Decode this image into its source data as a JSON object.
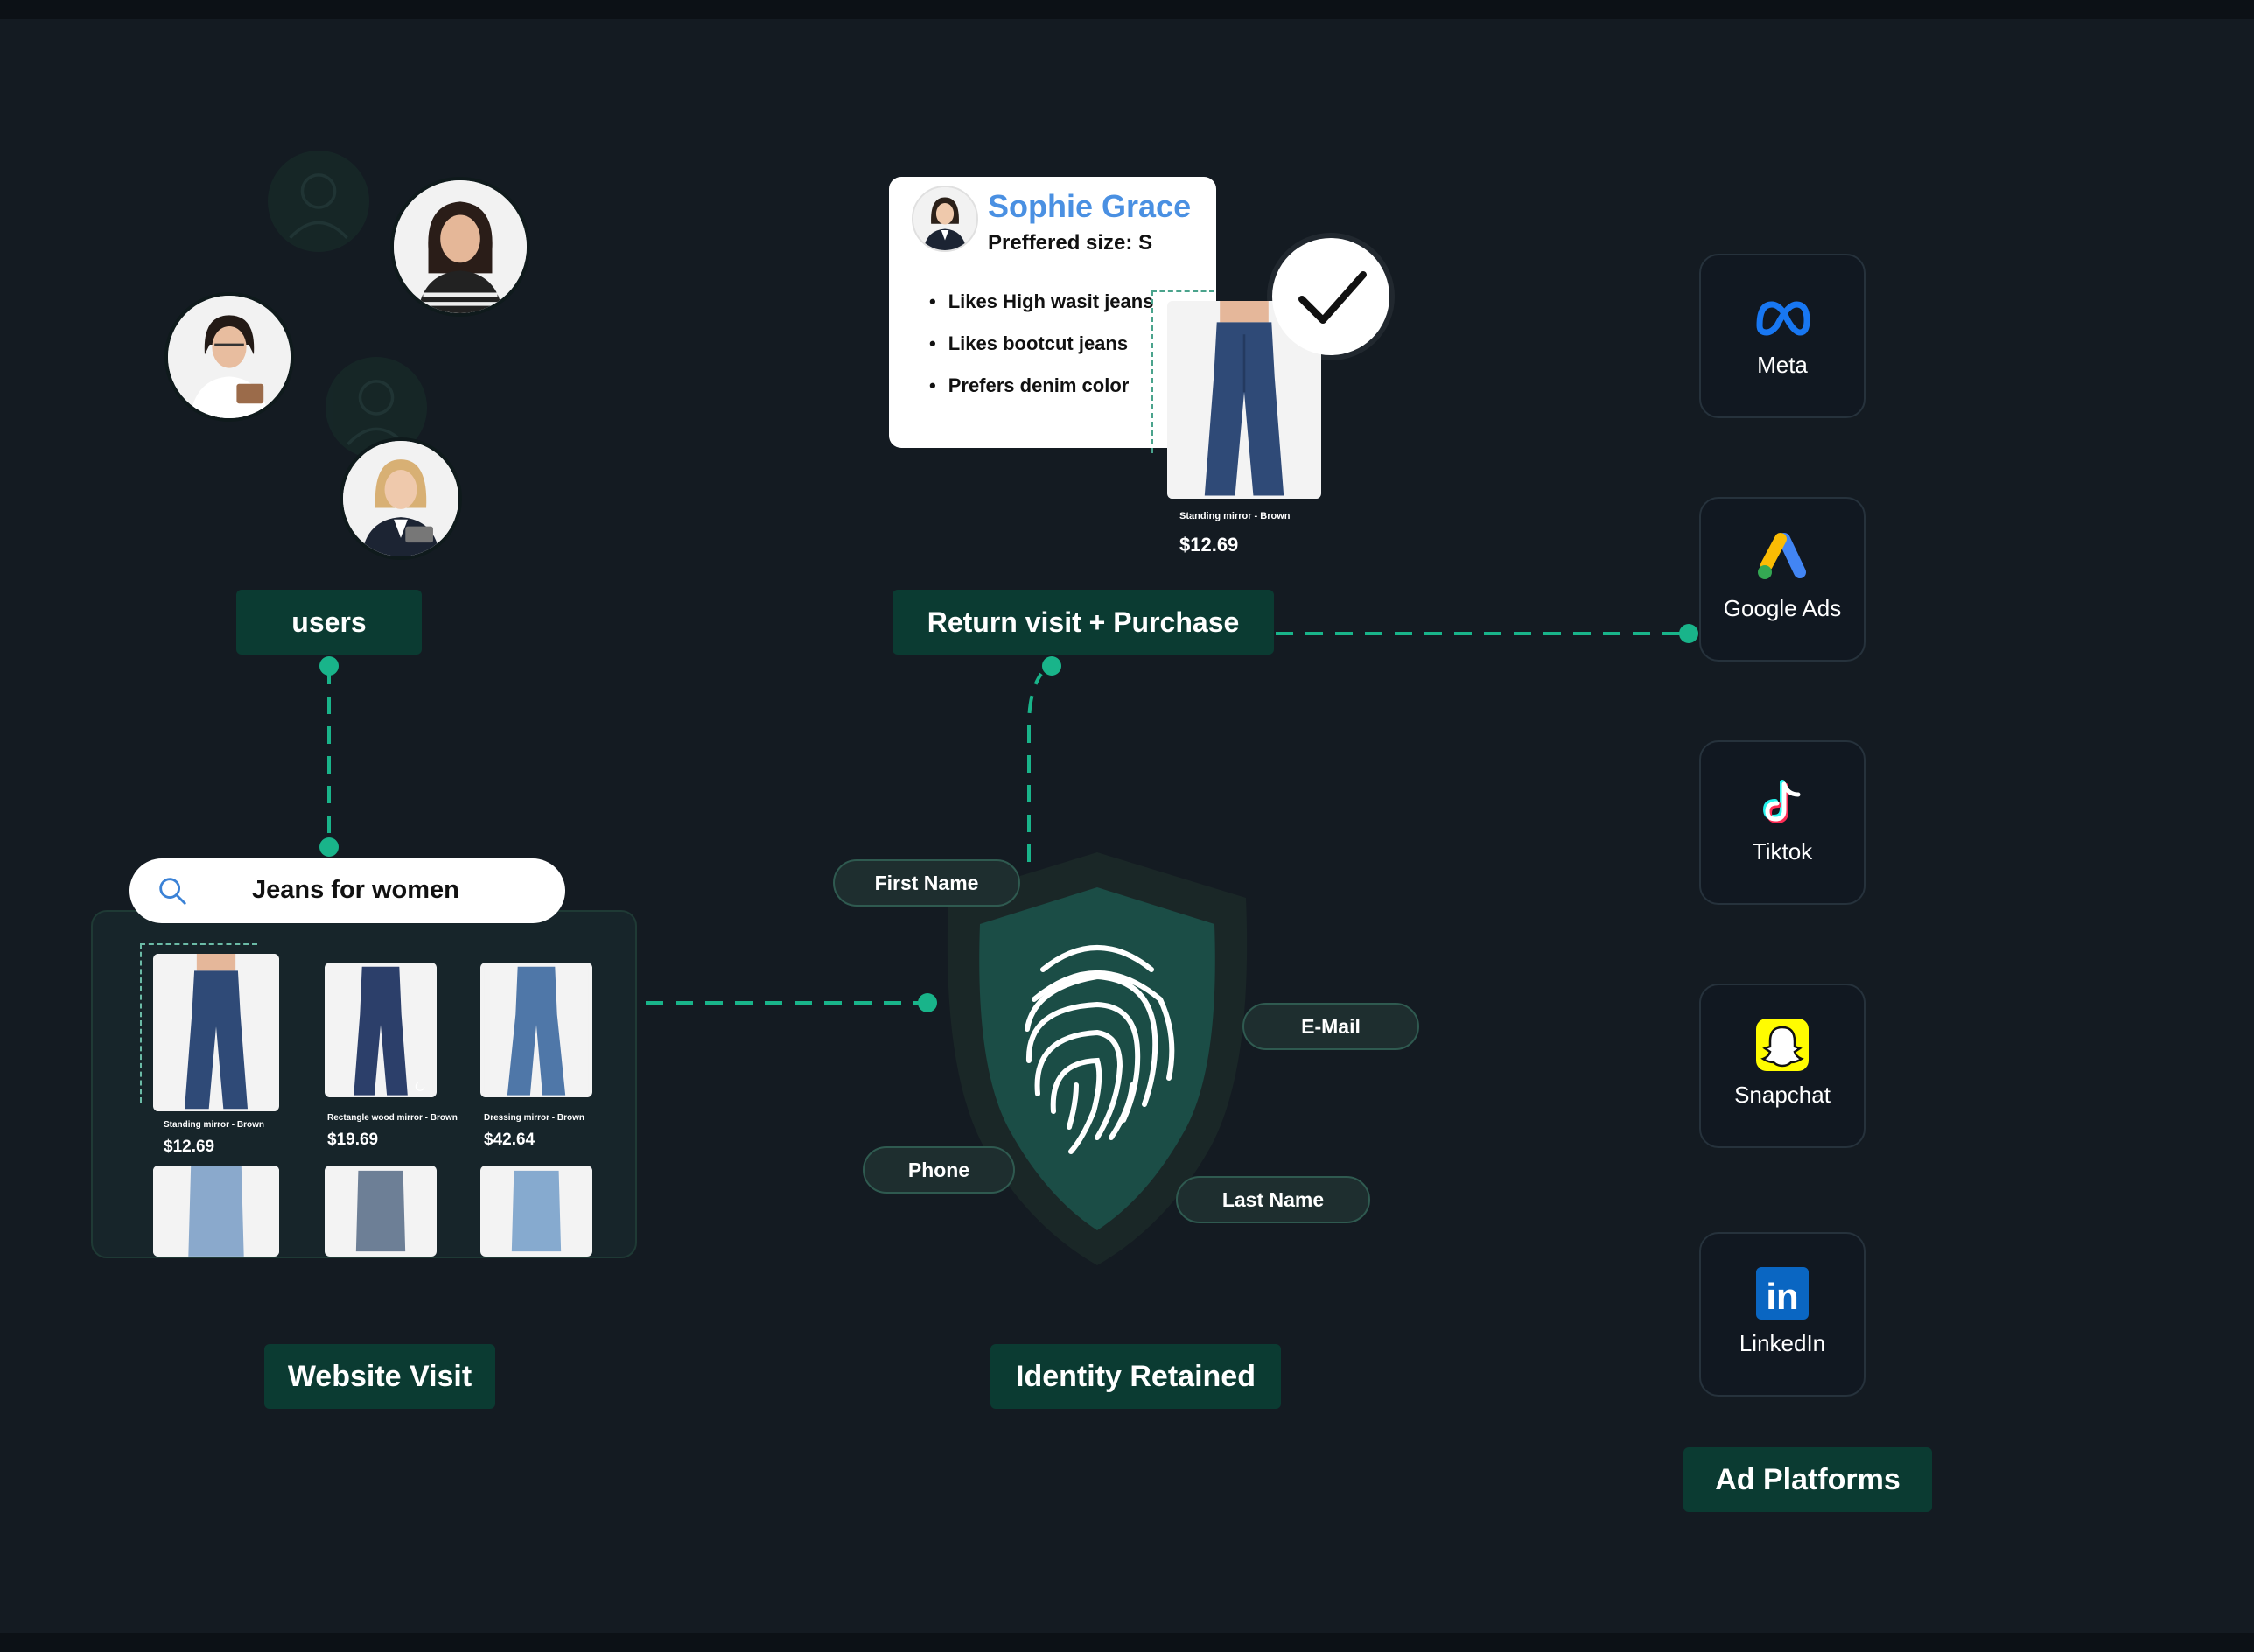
{
  "stages": {
    "users": "users",
    "return_visit": "Return visit + Purchase",
    "website_visit": "Website  Visit",
    "identity": "Identity Retained",
    "ad_platforms": "Ad Platforms"
  },
  "profile": {
    "name": "Sophie Grace",
    "size": "Preffered size: S",
    "likes": [
      "Likes High wasit jeans",
      "Likes bootcut jeans",
      "Prefers denim color"
    ]
  },
  "purchase_product": {
    "name": "Standing mirror - Brown",
    "price": "$12.69"
  },
  "search": {
    "query": "Jeans for women"
  },
  "products": [
    {
      "name": "Standing mirror - Brown",
      "price": "$12.69"
    },
    {
      "name": "Rectangle wood mirror - Brown",
      "price": "$19.69"
    },
    {
      "name": "Dressing mirror - Brown",
      "price": "$42.64"
    }
  ],
  "identity_fields": {
    "first_name": "First Name",
    "email": "E-Mail",
    "phone": "Phone",
    "last_name": "Last Name"
  },
  "platforms": [
    {
      "label": "Meta",
      "icon": "meta-icon"
    },
    {
      "label": "Google Ads",
      "icon": "google-ads-icon"
    },
    {
      "label": "Tiktok",
      "icon": "tiktok-icon"
    },
    {
      "label": "Snapchat",
      "icon": "snapchat-icon"
    },
    {
      "label": "LinkedIn",
      "icon": "linkedin-icon"
    }
  ],
  "colors": {
    "background": "#141b22",
    "label_bg": "#0b3b32",
    "accent": "#19b48a",
    "profile_name": "#4a90e2",
    "shield": "#1b4d46"
  }
}
